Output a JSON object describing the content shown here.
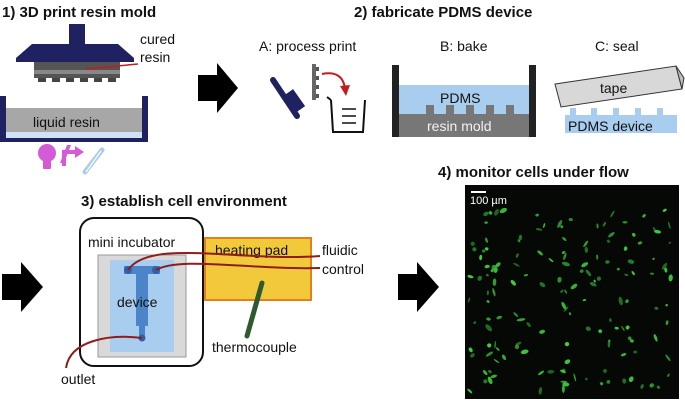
{
  "step1": {
    "title": "1) 3D print resin mold",
    "cured_label_1": "cured",
    "cured_label_2": "resin",
    "liquid_label": "liquid resin"
  },
  "step2": {
    "title": "2) fabricate PDMS device",
    "a_label": "A: process print",
    "b_label": "B: bake",
    "c_label": "C: seal",
    "pdms_label": "PDMS",
    "mold_label": "resin mold",
    "tape_label": "tape",
    "device_label": "PDMS device"
  },
  "step3": {
    "title": "3) establish cell environment",
    "incubator_label": "mini incubator",
    "device_label": "device",
    "heating_label": "heating pad",
    "fluidic_1": "fluidic",
    "fluidic_2": "control",
    "thermo_label": "thermocouple",
    "outlet_label": "outlet"
  },
  "step4": {
    "title": "4) monitor cells under flow",
    "scale_label": "100 µm"
  },
  "colors": {
    "navy": "#1f2160",
    "resin_gray": "#a7a7a7",
    "pdms_blue": "#a9cdee",
    "magenta": "#d55ad6",
    "tubing": "#8e1d1d",
    "heating": "#f3c93c",
    "thermo": "#2f5a2f",
    "cell_green": "#3ed33e"
  }
}
